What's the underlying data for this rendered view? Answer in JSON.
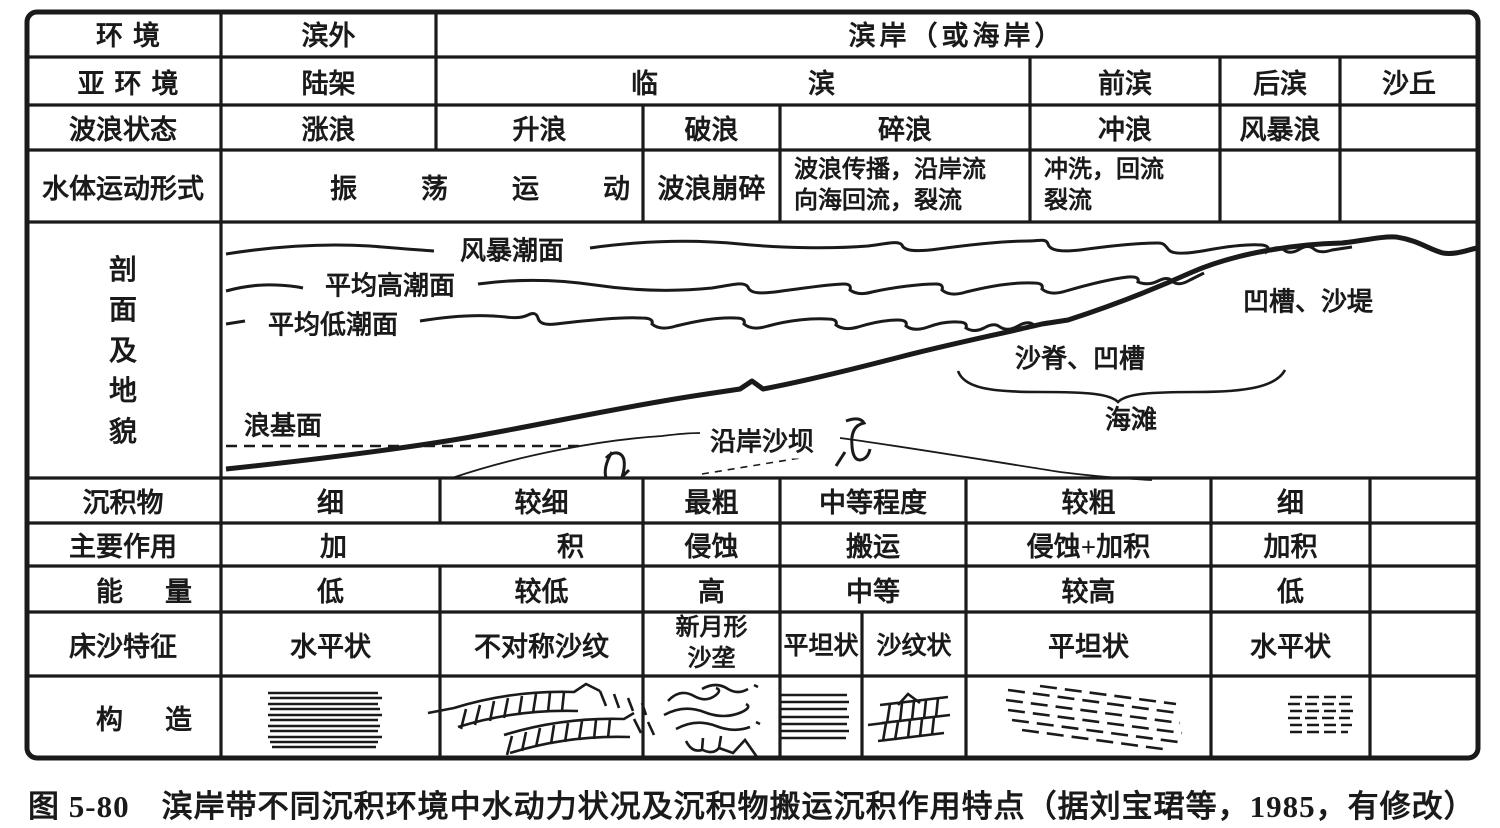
{
  "colors": {
    "ink": "#1a1a1a",
    "paper": "#ffffff"
  },
  "rows": {
    "environment": {
      "header": "环境",
      "offshore": "滨外",
      "coast": "滨岸（或海岸）"
    },
    "subenvironment": {
      "header": "亚环境",
      "shelf": "陆架",
      "shoreface_char1": "临",
      "shoreface_char2": "滨",
      "foreshore": "前滨",
      "backshore": "后滨",
      "dune": "沙丘"
    },
    "wave_state": {
      "header": "波浪状态",
      "cells": [
        "涨浪",
        "升浪",
        "破浪",
        "碎浪",
        "冲浪",
        "风暴浪",
        ""
      ]
    },
    "water_motion": {
      "header": "水体运动形式",
      "oscillation": "振荡运动",
      "collapse": "波浪崩碎",
      "propagation_line1": "波浪传播，沿岸流",
      "propagation_line2": "向海回流，裂流",
      "swash_line1": "冲洗，回流",
      "swash_line2": "裂流",
      "empty1": "",
      "empty2": ""
    },
    "profile": {
      "header": "剖面及地貌",
      "labels": {
        "storm_tide": "风暴潮面",
        "mean_high_tide": "平均高潮面",
        "mean_low_tide": "平均低潮面",
        "wave_base": "浪基面",
        "longshore_bar": "沿岸沙坝",
        "ridge_trough": "沙脊、凹槽",
        "beach": "海滩",
        "trough_ridge": "凹槽、沙堤"
      }
    },
    "sediment": {
      "header": "沉积物",
      "cells": [
        "细",
        "较细",
        "最粗",
        "中等程度",
        "较粗",
        "细",
        ""
      ]
    },
    "main_action": {
      "header": "主要作用",
      "accretion_char1": "加",
      "accretion_char2": "积",
      "cells": [
        "侵蚀",
        "搬运",
        "侵蚀+加积",
        "加积",
        ""
      ]
    },
    "energy": {
      "header": "能量",
      "cells": [
        "低",
        "较低",
        "高",
        "中等",
        "较高",
        "低",
        ""
      ]
    },
    "bedform": {
      "header": "床沙特征",
      "cells": [
        "水平状",
        "不对称沙纹",
        "平坦状",
        "沙纹状",
        "平坦状",
        "水平状",
        ""
      ],
      "crescent_line1": "新月形",
      "crescent_line2": "沙垄"
    },
    "structure": {
      "header": "构造",
      "patterns": [
        "horizontal-lamination",
        "trough-cross-bedding",
        "wave-ripple-lamination",
        "parallel-lamination",
        "climbing-ripple-lamination",
        "low-angle-cross-bedding",
        "horizontal-lamination-small"
      ]
    }
  },
  "figure": {
    "caption": "图 5-80　滨岸带不同沉积环境中水动力状况及沉积物搬运沉积作用特点（据刘宝珺等，1985，有修改）"
  }
}
